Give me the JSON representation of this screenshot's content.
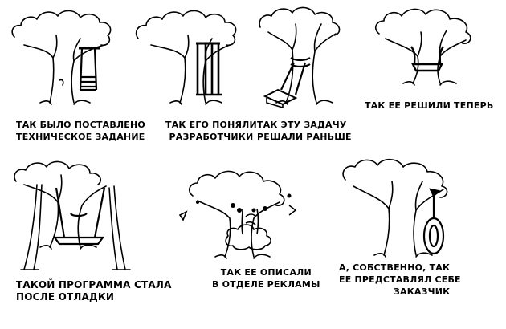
{
  "panels": [
    {
      "id": "spec",
      "caption": [
        "ТАК БЫЛО ПОСТАВЛЕНО",
        "ТЕХНИЧЕСКОЕ ЗАДАНИЕ"
      ]
    },
    {
      "id": "developers",
      "caption": [
        "ТАК ЕГО ПОНЯЛИ",
        "РАЗРАБОТЧИКИ"
      ]
    },
    {
      "id": "earlier",
      "caption": [
        "ТАК ЭТУ ЗАДАЧУ",
        "РЕШАЛИ РАНЬШЕ"
      ]
    },
    {
      "id": "now",
      "caption": [
        "ТАК ЕЕ РЕШИЛИ ТЕПЕРЬ"
      ]
    },
    {
      "id": "debug",
      "caption": [
        "ТАКОЙ ПРОГРАММА СТАЛА",
        "ПОСЛЕ ОТЛАДКИ"
      ]
    },
    {
      "id": "advert",
      "caption": [
        "ТАК ЕЕ ОПИСАЛИ",
        "В ОТДЕЛЕ РЕКЛАМЫ"
      ]
    },
    {
      "id": "customer",
      "caption": [
        "А, СОБСТВЕННО, ТАК",
        "ЕЕ ПРЕДСТАВЛЯЛ СЕБЕ",
        "ЗАКАЗЧИК"
      ]
    }
  ]
}
